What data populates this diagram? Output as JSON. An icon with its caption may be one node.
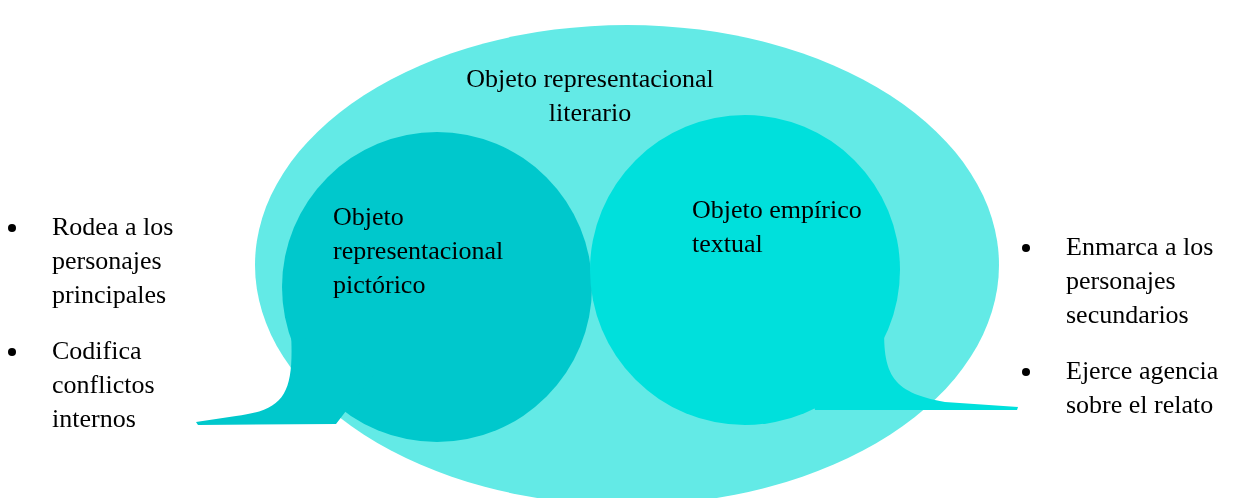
{
  "diagram": {
    "nodes": [
      {
        "text": [
          "Objeto representacional literario"
        ]
      },
      {
        "text": [
          "Objeto representacional pictórico"
        ],
        "in": 0
      },
      {
        "text": [
          "Objeto empírico textual"
        ],
        "in": 0
      }
    ],
    "edges": [],
    "labels": [
      "Rodea a los personajes principales",
      "Codifica conflictos internos",
      "Enmarca a los personajes secundarios",
      "Ejerce agencia sobre el relato"
    ]
  }
}
